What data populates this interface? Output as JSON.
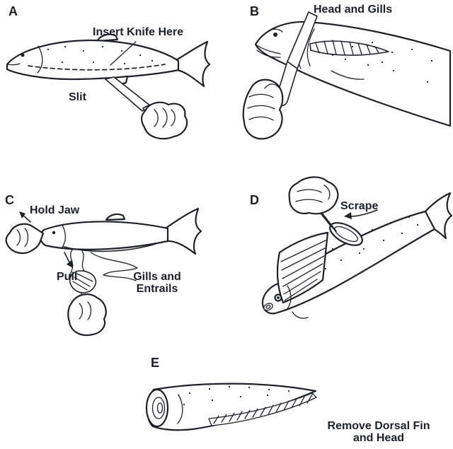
{
  "colors": {
    "background": "#ffffff",
    "ink": "#20202a"
  },
  "panels": {
    "a": {
      "letter": "A",
      "insert_knife_label": "Insert Knife Here",
      "slit_label": "Slit"
    },
    "b": {
      "letter": "B",
      "head_gills_label": "Head and Gills"
    },
    "c": {
      "letter": "C",
      "hold_jaw_label": "Hold Jaw",
      "pull_label": "Pull",
      "gills_entrails_lines": [
        "Gills and",
        "Entrails"
      ]
    },
    "d": {
      "letter": "D",
      "scrape_label": "Scrape"
    },
    "e": {
      "letter": "E",
      "remove_lines": [
        "Remove Dorsal Fin",
        "and Head"
      ]
    }
  }
}
